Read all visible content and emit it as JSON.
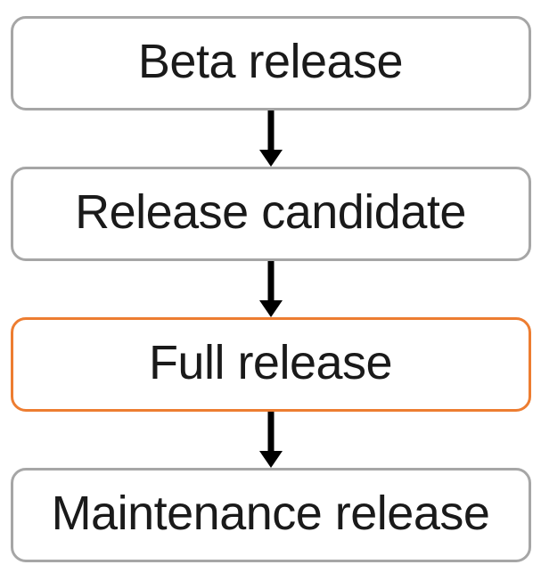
{
  "diagram": {
    "type": "flowchart",
    "direction": "top-to-bottom",
    "background": "#ffffff",
    "text_color": "#1a1a1a",
    "arrow_color": "#000000",
    "nodes": [
      {
        "label": "Beta release",
        "border_color": "#a6a6a6",
        "fill": "#ffffff",
        "highlighted": false
      },
      {
        "label": "Release candidate",
        "border_color": "#a6a6a6",
        "fill": "#ffffff",
        "highlighted": false
      },
      {
        "label": "Full release",
        "border_color": "#ed7d31",
        "fill": "#ffffff",
        "highlighted": true
      },
      {
        "label": "Maintenance release",
        "border_color": "#a6a6a6",
        "fill": "#ffffff",
        "highlighted": false
      }
    ],
    "connectors": [
      {
        "from": "Beta release",
        "to": "Release candidate",
        "style": "down-arrow"
      },
      {
        "from": "Release candidate",
        "to": "Full release",
        "style": "down-arrow"
      },
      {
        "from": "Full release",
        "to": "Maintenance release",
        "style": "down-arrow"
      }
    ]
  }
}
